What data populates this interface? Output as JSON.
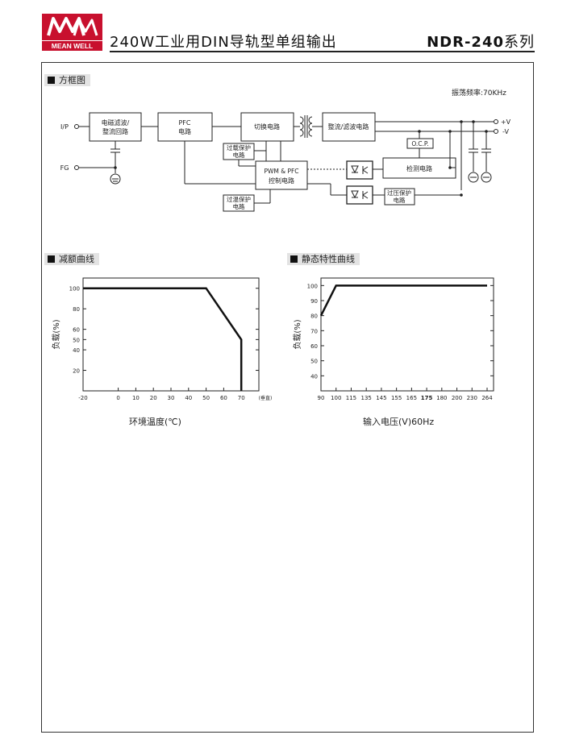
{
  "header": {
    "logo_text": "MEAN WELL",
    "logo_mark": "MW",
    "title": "240W工业用DIN导轨型单组输出",
    "model": "NDR-240",
    "model_suffix": "系列"
  },
  "block_diagram": {
    "label": "方框图",
    "frequency": "振荡频率:70KHz",
    "inputs": [
      "I/P",
      "FG"
    ],
    "outputs": [
      "+V",
      "-V"
    ],
    "blocks": {
      "emi": [
        "电磁滤波/",
        "整流回路"
      ],
      "pfc": [
        "PFC",
        "电路"
      ],
      "switch": "切换电路",
      "rectifier": "整流/滤波电路",
      "ocp": "O.C.P.",
      "olp": [
        "过载保护",
        "电路"
      ],
      "pwm": [
        "PWM & PFC",
        "控制电路"
      ],
      "detect": "检测电路",
      "otp": [
        "过温保护",
        "电路"
      ],
      "ovp": [
        "过压保护",
        "电路"
      ]
    }
  },
  "derating": {
    "label": "减额曲线",
    "ylabel": "负载(%)",
    "xlabel": "环境温度(℃)",
    "x_unit": "(垂直)"
  },
  "static": {
    "label": "静态特性曲线",
    "ylabel": "负载(%)",
    "xlabel": "输入电压(V)60Hz"
  },
  "chart_data": [
    {
      "type": "line",
      "xlabel": "环境温度(℃)",
      "ylabel": "负载(%)",
      "x_ticks": [
        -20,
        0,
        10,
        20,
        30,
        40,
        50,
        60,
        70
      ],
      "y_ticks": [
        20,
        40,
        50,
        60,
        80,
        100
      ],
      "xlim": [
        -20,
        80
      ],
      "ylim": [
        0,
        110
      ],
      "series": [
        {
          "x": [
            -20,
            50,
            70,
            70
          ],
          "y": [
            100,
            100,
            50,
            0
          ]
        }
      ]
    },
    {
      "type": "line",
      "xlabel": "输入电压(V)60Hz",
      "ylabel": "负载(%)",
      "x_ticks": [
        "90",
        "100",
        "115",
        "135",
        "145",
        "155",
        "165",
        "175",
        "180",
        "200",
        "230",
        "264"
      ],
      "bold_tick": "175",
      "y_ticks": [
        40,
        50,
        60,
        70,
        80,
        90,
        100
      ],
      "ylim": [
        30,
        105
      ],
      "series": [
        {
          "x": [
            "90",
            "100",
            "264"
          ],
          "y": [
            80,
            100,
            100
          ]
        }
      ]
    }
  ]
}
